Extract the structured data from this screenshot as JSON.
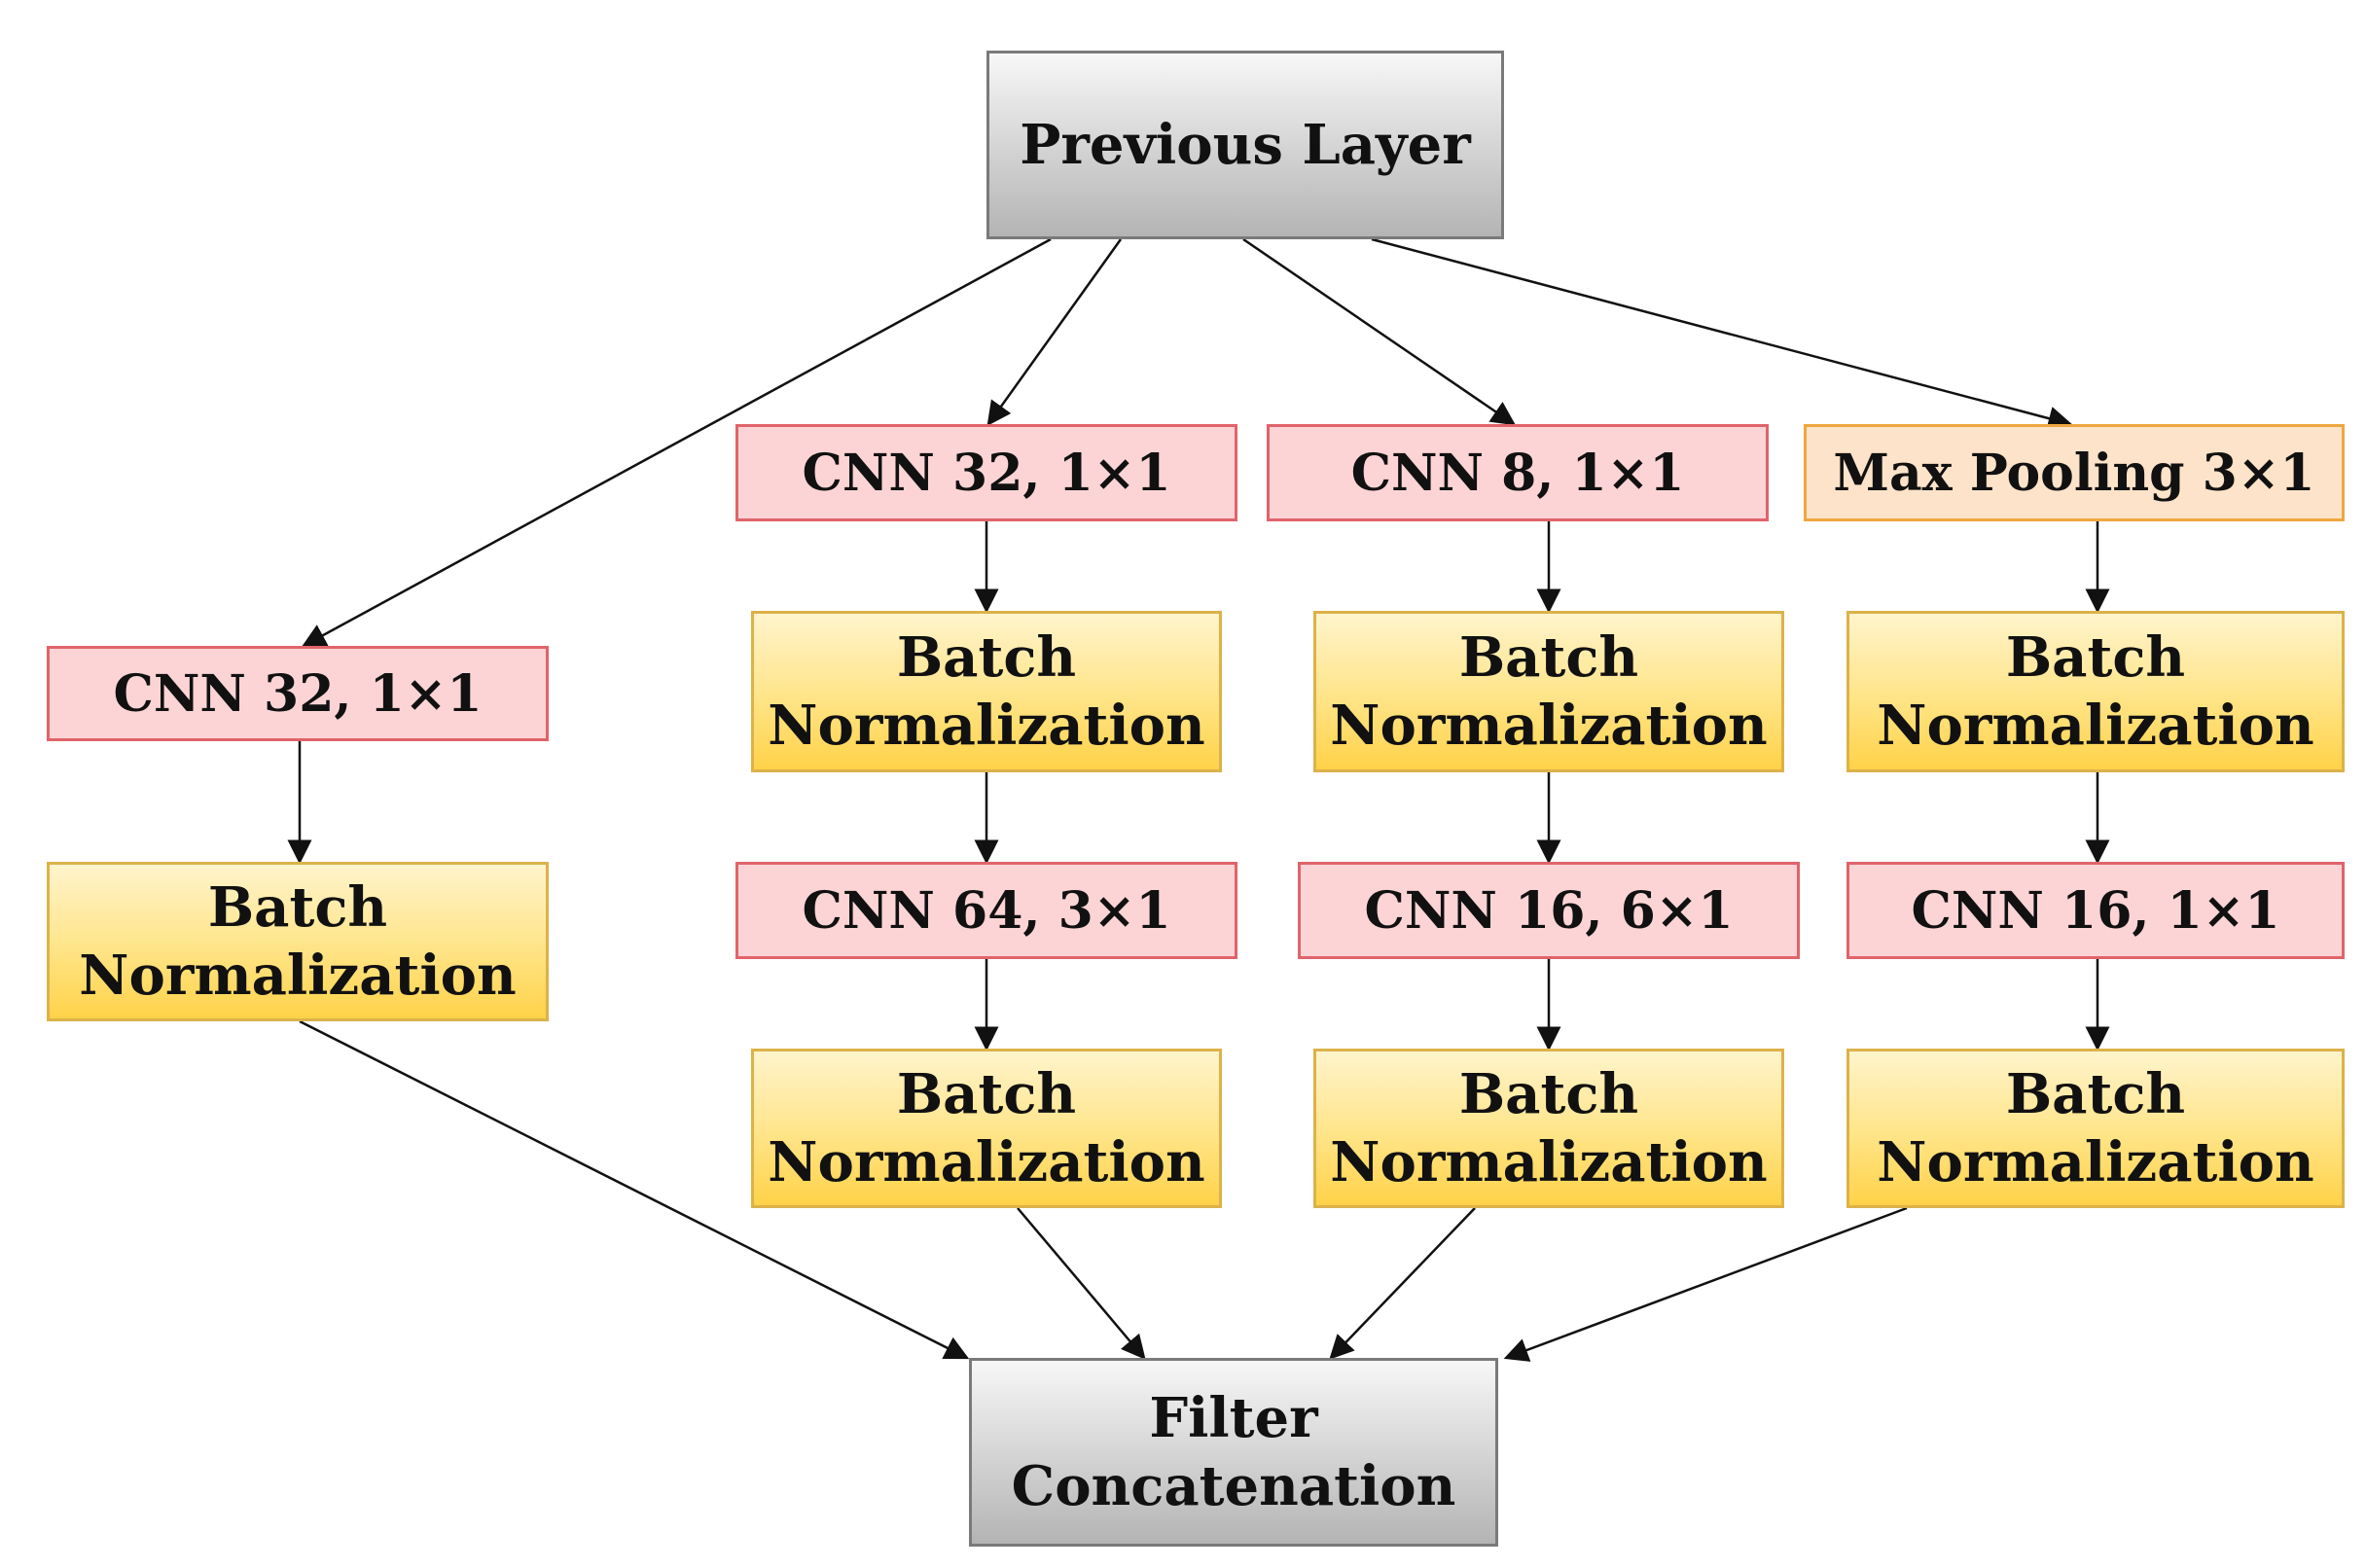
{
  "diagram": {
    "nodes": {
      "previous_layer": {
        "label": "Previous Layer"
      },
      "filter_concatenation": {
        "label": "Filter\nConcatenation"
      },
      "branch1_conv": {
        "label": "CNN 32,  1×1"
      },
      "branch1_bn": {
        "label": "Batch\nNormalization"
      },
      "branch2_conv1": {
        "label": "CNN 32, 1×1"
      },
      "branch2_bn1": {
        "label": "Batch\nNormalization"
      },
      "branch2_conv2": {
        "label": "CNN 64, 3×1"
      },
      "branch2_bn2": {
        "label": "Batch\nNormalization"
      },
      "branch3_conv1": {
        "label": "CNN 8, 1×1"
      },
      "branch3_bn1": {
        "label": "Batch\nNormalization"
      },
      "branch3_conv2": {
        "label": "CNN 16, 6×1"
      },
      "branch3_bn2": {
        "label": "Batch\nNormalization"
      },
      "branch4_pool": {
        "label": "Max Pooling 3×1"
      },
      "branch4_bn1": {
        "label": "Batch\nNormalization"
      },
      "branch4_conv": {
        "label": "CNN 16, 1×1"
      },
      "branch4_bn2": {
        "label": "Batch\nNormalization"
      }
    },
    "edges": [
      {
        "from": "previous_layer",
        "to": "branch1_conv"
      },
      {
        "from": "previous_layer",
        "to": "branch2_conv1"
      },
      {
        "from": "previous_layer",
        "to": "branch3_conv1"
      },
      {
        "from": "previous_layer",
        "to": "branch4_pool"
      },
      {
        "from": "branch1_conv",
        "to": "branch1_bn"
      },
      {
        "from": "branch2_conv1",
        "to": "branch2_bn1"
      },
      {
        "from": "branch2_bn1",
        "to": "branch2_conv2"
      },
      {
        "from": "branch2_conv2",
        "to": "branch2_bn2"
      },
      {
        "from": "branch3_conv1",
        "to": "branch3_bn1"
      },
      {
        "from": "branch3_bn1",
        "to": "branch3_conv2"
      },
      {
        "from": "branch3_conv2",
        "to": "branch3_bn2"
      },
      {
        "from": "branch4_pool",
        "to": "branch4_bn1"
      },
      {
        "from": "branch4_bn1",
        "to": "branch4_conv"
      },
      {
        "from": "branch4_conv",
        "to": "branch4_bn2"
      },
      {
        "from": "branch1_bn",
        "to": "filter_concatenation"
      },
      {
        "from": "branch2_bn2",
        "to": "filter_concatenation"
      },
      {
        "from": "branch3_bn2",
        "to": "filter_concatenation"
      },
      {
        "from": "branch4_bn2",
        "to": "filter_concatenation"
      }
    ],
    "colors": {
      "conv_fill": "#fdd4d6",
      "conv_border": "#e0646a",
      "pool_fill": "#fde3c9",
      "pool_border": "#f0a640",
      "batchnorm_fill": "#ffe487",
      "batchnorm_border": "#dcb24a",
      "io_fill": "#d2d2d2",
      "io_border": "#7a7a7a",
      "arrow": "#111111"
    }
  }
}
